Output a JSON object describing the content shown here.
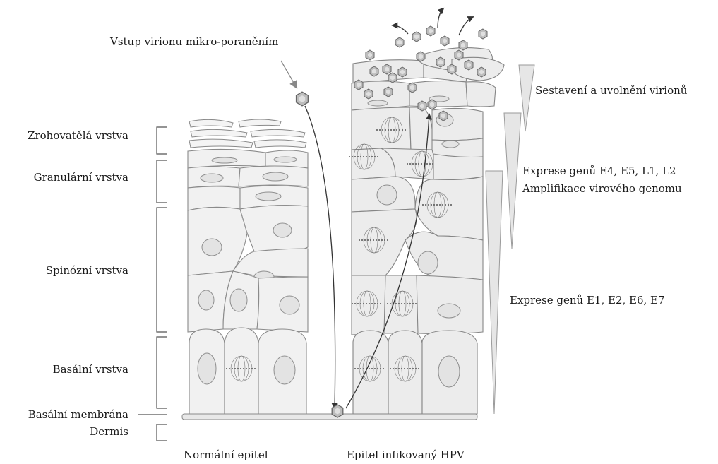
{
  "labels": {
    "entry": "Vstup virionu mikro-poraněním",
    "assembly": "Sestavení a uvolnění virionů",
    "late_genes": "Exprese genů E4, E5, L1, L2",
    "amplification": "Amplifikace virového genomu",
    "early_genes": "Exprese genů E1, E2, E6, E7"
  },
  "layers": {
    "cornified": "Zrohovatělá vrstva",
    "granular": "Granulární vrstva",
    "spinous": "Spinózní vrstva",
    "basal": "Basální vrstva",
    "membrane": "Basální membrána",
    "dermis": "Dermis"
  },
  "captions": {
    "normal": "Normální epitel",
    "infected": "Epitel infikovaný HPV"
  },
  "icons": {
    "virion": "hexagon-virion-icon",
    "arrow": "arrow-icon",
    "gradient": "wedge-gradient-icon"
  }
}
